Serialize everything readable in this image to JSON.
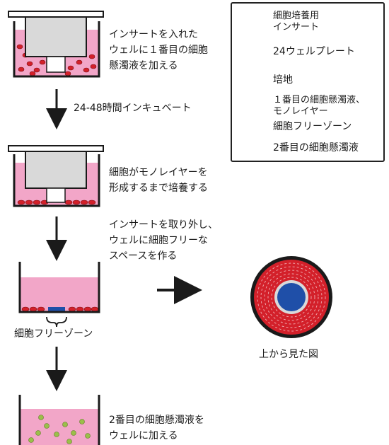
{
  "steps": [
    {
      "caption": "インサートを入れた\nウェルに１番目の細胞\n懸濁液を加える"
    },
    {
      "caption": "細胞がモノレイヤーを\n形成するまで培養する"
    },
    {
      "caption": "インサートを取り外し、\nウェルに細胞フリーな\nスペースを作る"
    },
    {
      "caption": "2番目の細胞懸濁液を\nウェルに加える"
    }
  ],
  "incubation_label": "24-48時間インキュベート",
  "cell_free_zone_label": "細胞フリーゾーン",
  "top_view_label": "上から見た図",
  "legend": {
    "items": [
      {
        "icon": "insert-icon",
        "label": "細胞培養用\nインサート"
      },
      {
        "icon": "well-icon",
        "label": "24ウェルプレート"
      },
      {
        "icon": "medium-icon",
        "label": "培地"
      },
      {
        "icon": "first-cells-icon",
        "label": "１番目の細胞懸濁液、\nモノレイヤー"
      },
      {
        "icon": "cell-free-zone-icon",
        "label": "細胞フリーゾーン"
      },
      {
        "icon": "second-cells-icon",
        "label": "2番目の細胞懸濁液"
      }
    ]
  },
  "colors": {
    "medium_pink": "#f2a6c8",
    "cell_red": "#d3202a",
    "cell_free_blue": "#1f4fa8",
    "second_cell_green": "#9bbf4a",
    "insert_gray": "#d9d9d9",
    "outline": "#1a1a1a"
  }
}
